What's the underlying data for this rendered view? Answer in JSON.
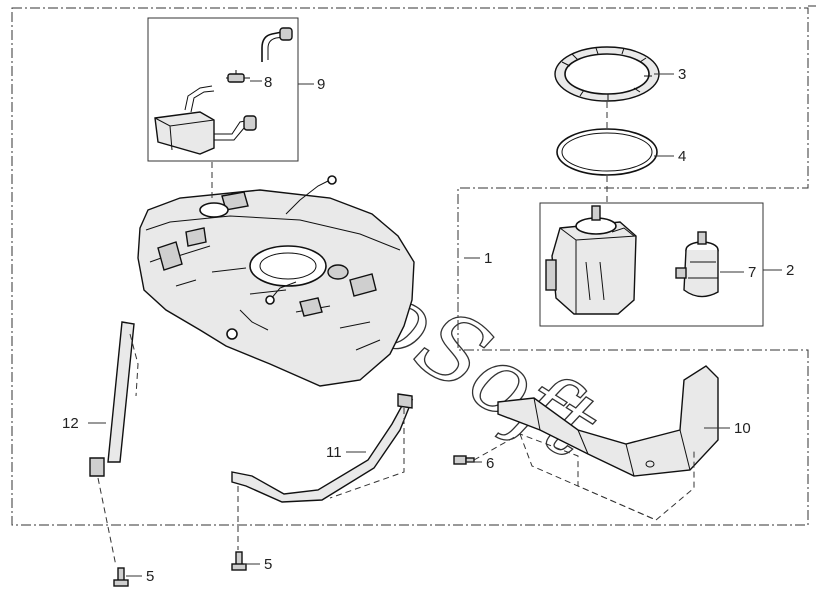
{
  "watermark": "AutoSoft",
  "callouts": {
    "c1": "1",
    "c2": "2",
    "c3": "3",
    "c4": "4",
    "c5a": "5",
    "c5b": "5",
    "c6": "6",
    "c7": "7",
    "c8": "8",
    "c9": "9",
    "c10": "10",
    "c11": "11",
    "c12": "12"
  }
}
